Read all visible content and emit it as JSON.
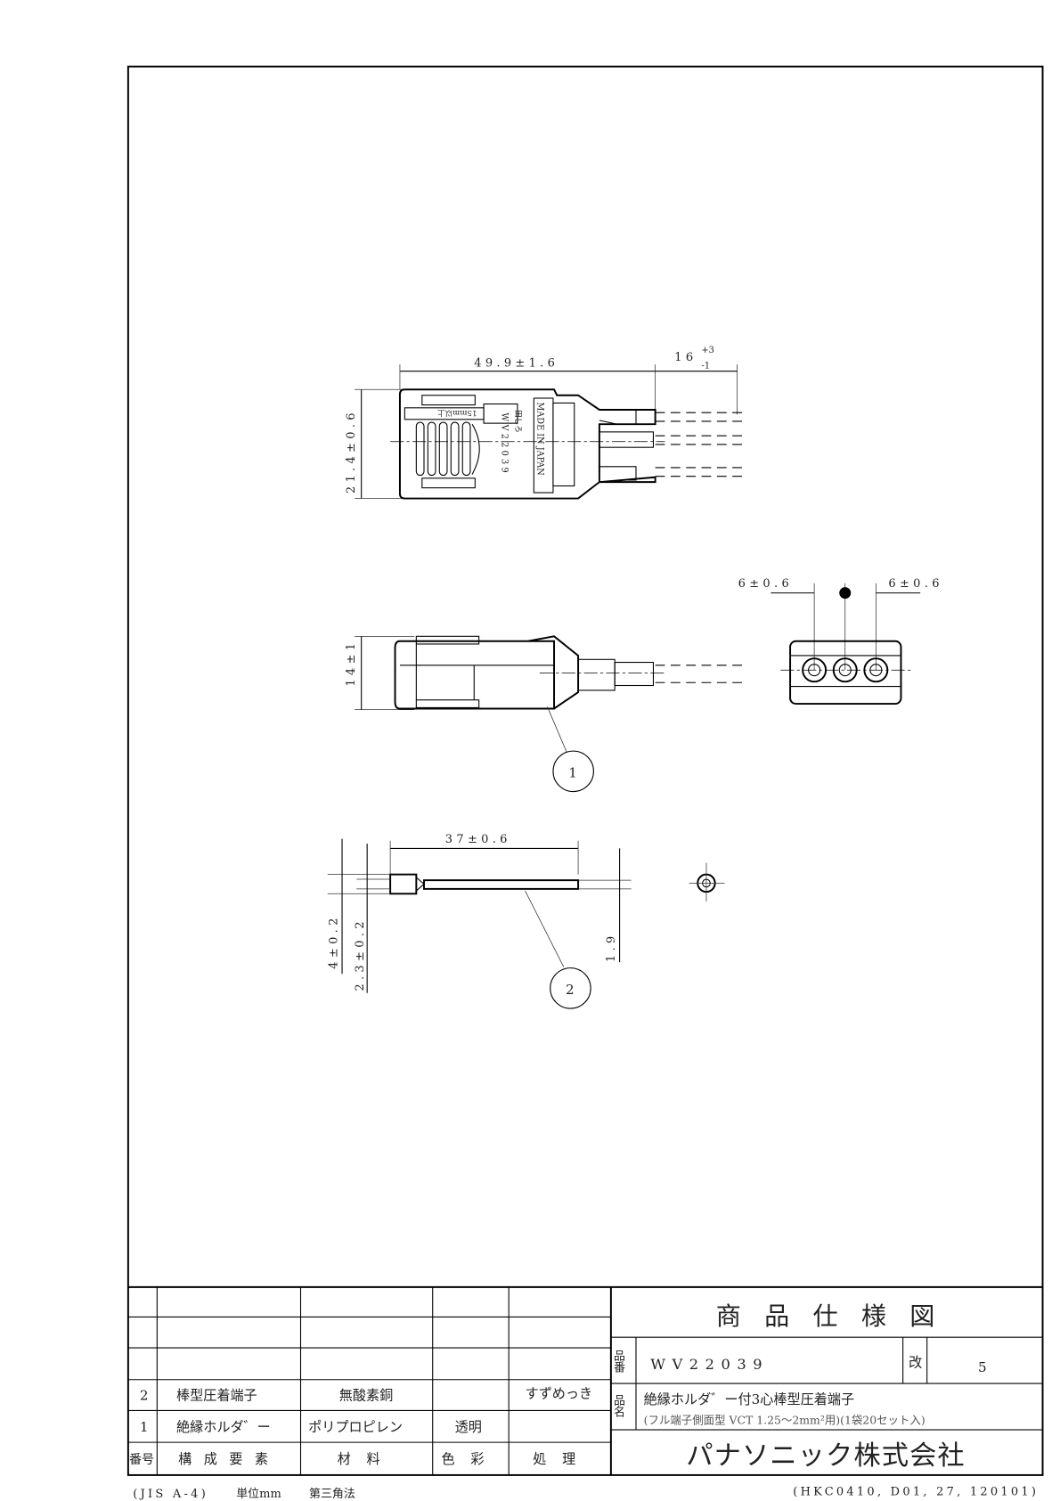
{
  "drawing": {
    "top_view": {
      "length_dim": "49.9±1.6",
      "lead_dim": "16",
      "lead_tol_plus": "+3",
      "lead_tol_minus": "-1",
      "width_dim": "21.4±0.6",
      "marking_made": "MADE IN JAPAN",
      "marking_part": "WV22039",
      "strip_label": "15mm以上",
      "strip_box": "田しろ"
    },
    "side_view": {
      "height_dim": "14±1",
      "balloon": "1"
    },
    "end_view": {
      "pitch_left": "6±0.6",
      "pitch_right": "6±0.6"
    },
    "pin_view": {
      "length_dim": "37±0.6",
      "dia_outer": "4±0.2",
      "dia_inner": "2.3±0.2",
      "pin_dia": "1.9",
      "balloon": "2"
    }
  },
  "parts_table": {
    "headers": [
      "番号",
      "構 成 要 素",
      "材  料",
      "色  彩",
      "処  理"
    ],
    "rows": [
      {
        "no": "2",
        "component": "棒型圧着端子",
        "material": "無酸素銅",
        "color": "",
        "finish": "すずめっき"
      },
      {
        "no": "1",
        "component": "絶縁ホルダ゛ー",
        "material": "ポリプロピレン",
        "color": "透明",
        "finish": ""
      }
    ]
  },
  "title_block": {
    "title": "商 品 仕 様 図",
    "part_no_label": "品番",
    "part_no": "WV22039",
    "revision_label": "改",
    "revision": "5",
    "name_label": "品名",
    "name": "絶縁ホルダ゛ー付3心棒型圧着端子",
    "name_sub": "(フル端子側面型 VCT 1.25〜2mm²用)(1袋20セット入)",
    "company": "パナソニック株式会社"
  },
  "footer": {
    "paper": "(JIS A-4)",
    "unit": "単位mm",
    "projection": "第三角法",
    "doc_code": "(HKC0410, D01, 27, 120101)"
  }
}
